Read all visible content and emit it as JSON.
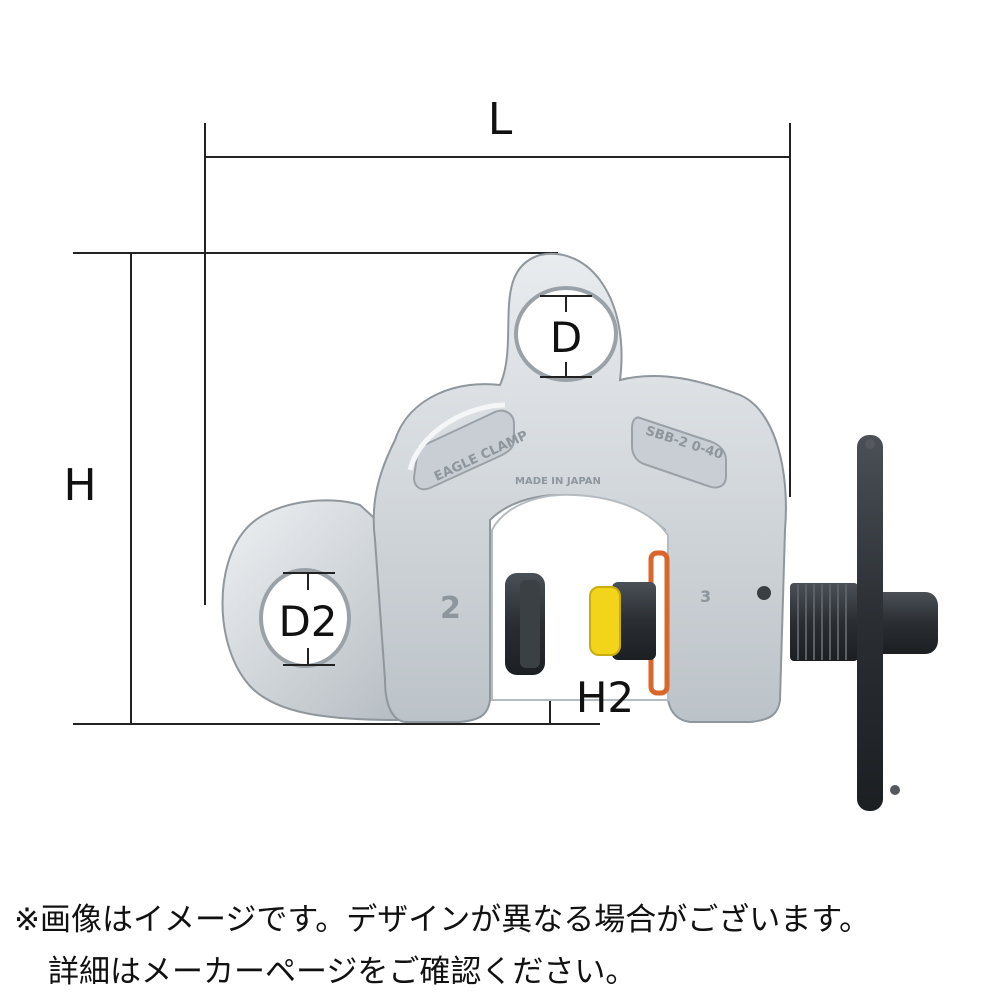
{
  "dimensions": {
    "length": "L",
    "height": "H",
    "eye_diameter": "D",
    "lower_eye_diameter": "D2",
    "jaw_height": "H2"
  },
  "markings": {
    "left_plate": "EAGLE CLAMP",
    "right_plate": "SBB-2 0-40",
    "origin": "MADE IN JAPAN",
    "side_number": "2",
    "rear_mark": "3"
  },
  "notice": {
    "line1": "※画像はイメージです。デザインが異なる場合がございます。",
    "line2": "詳細はメーカーページをご確認ください。"
  },
  "colors": {
    "body_metal": "#d4d9dd",
    "metal_shadow": "#a9b0b6",
    "handle": "#2b2f33",
    "yellow_pad": "#f2d41a",
    "orange_ring": "#d9662a"
  }
}
